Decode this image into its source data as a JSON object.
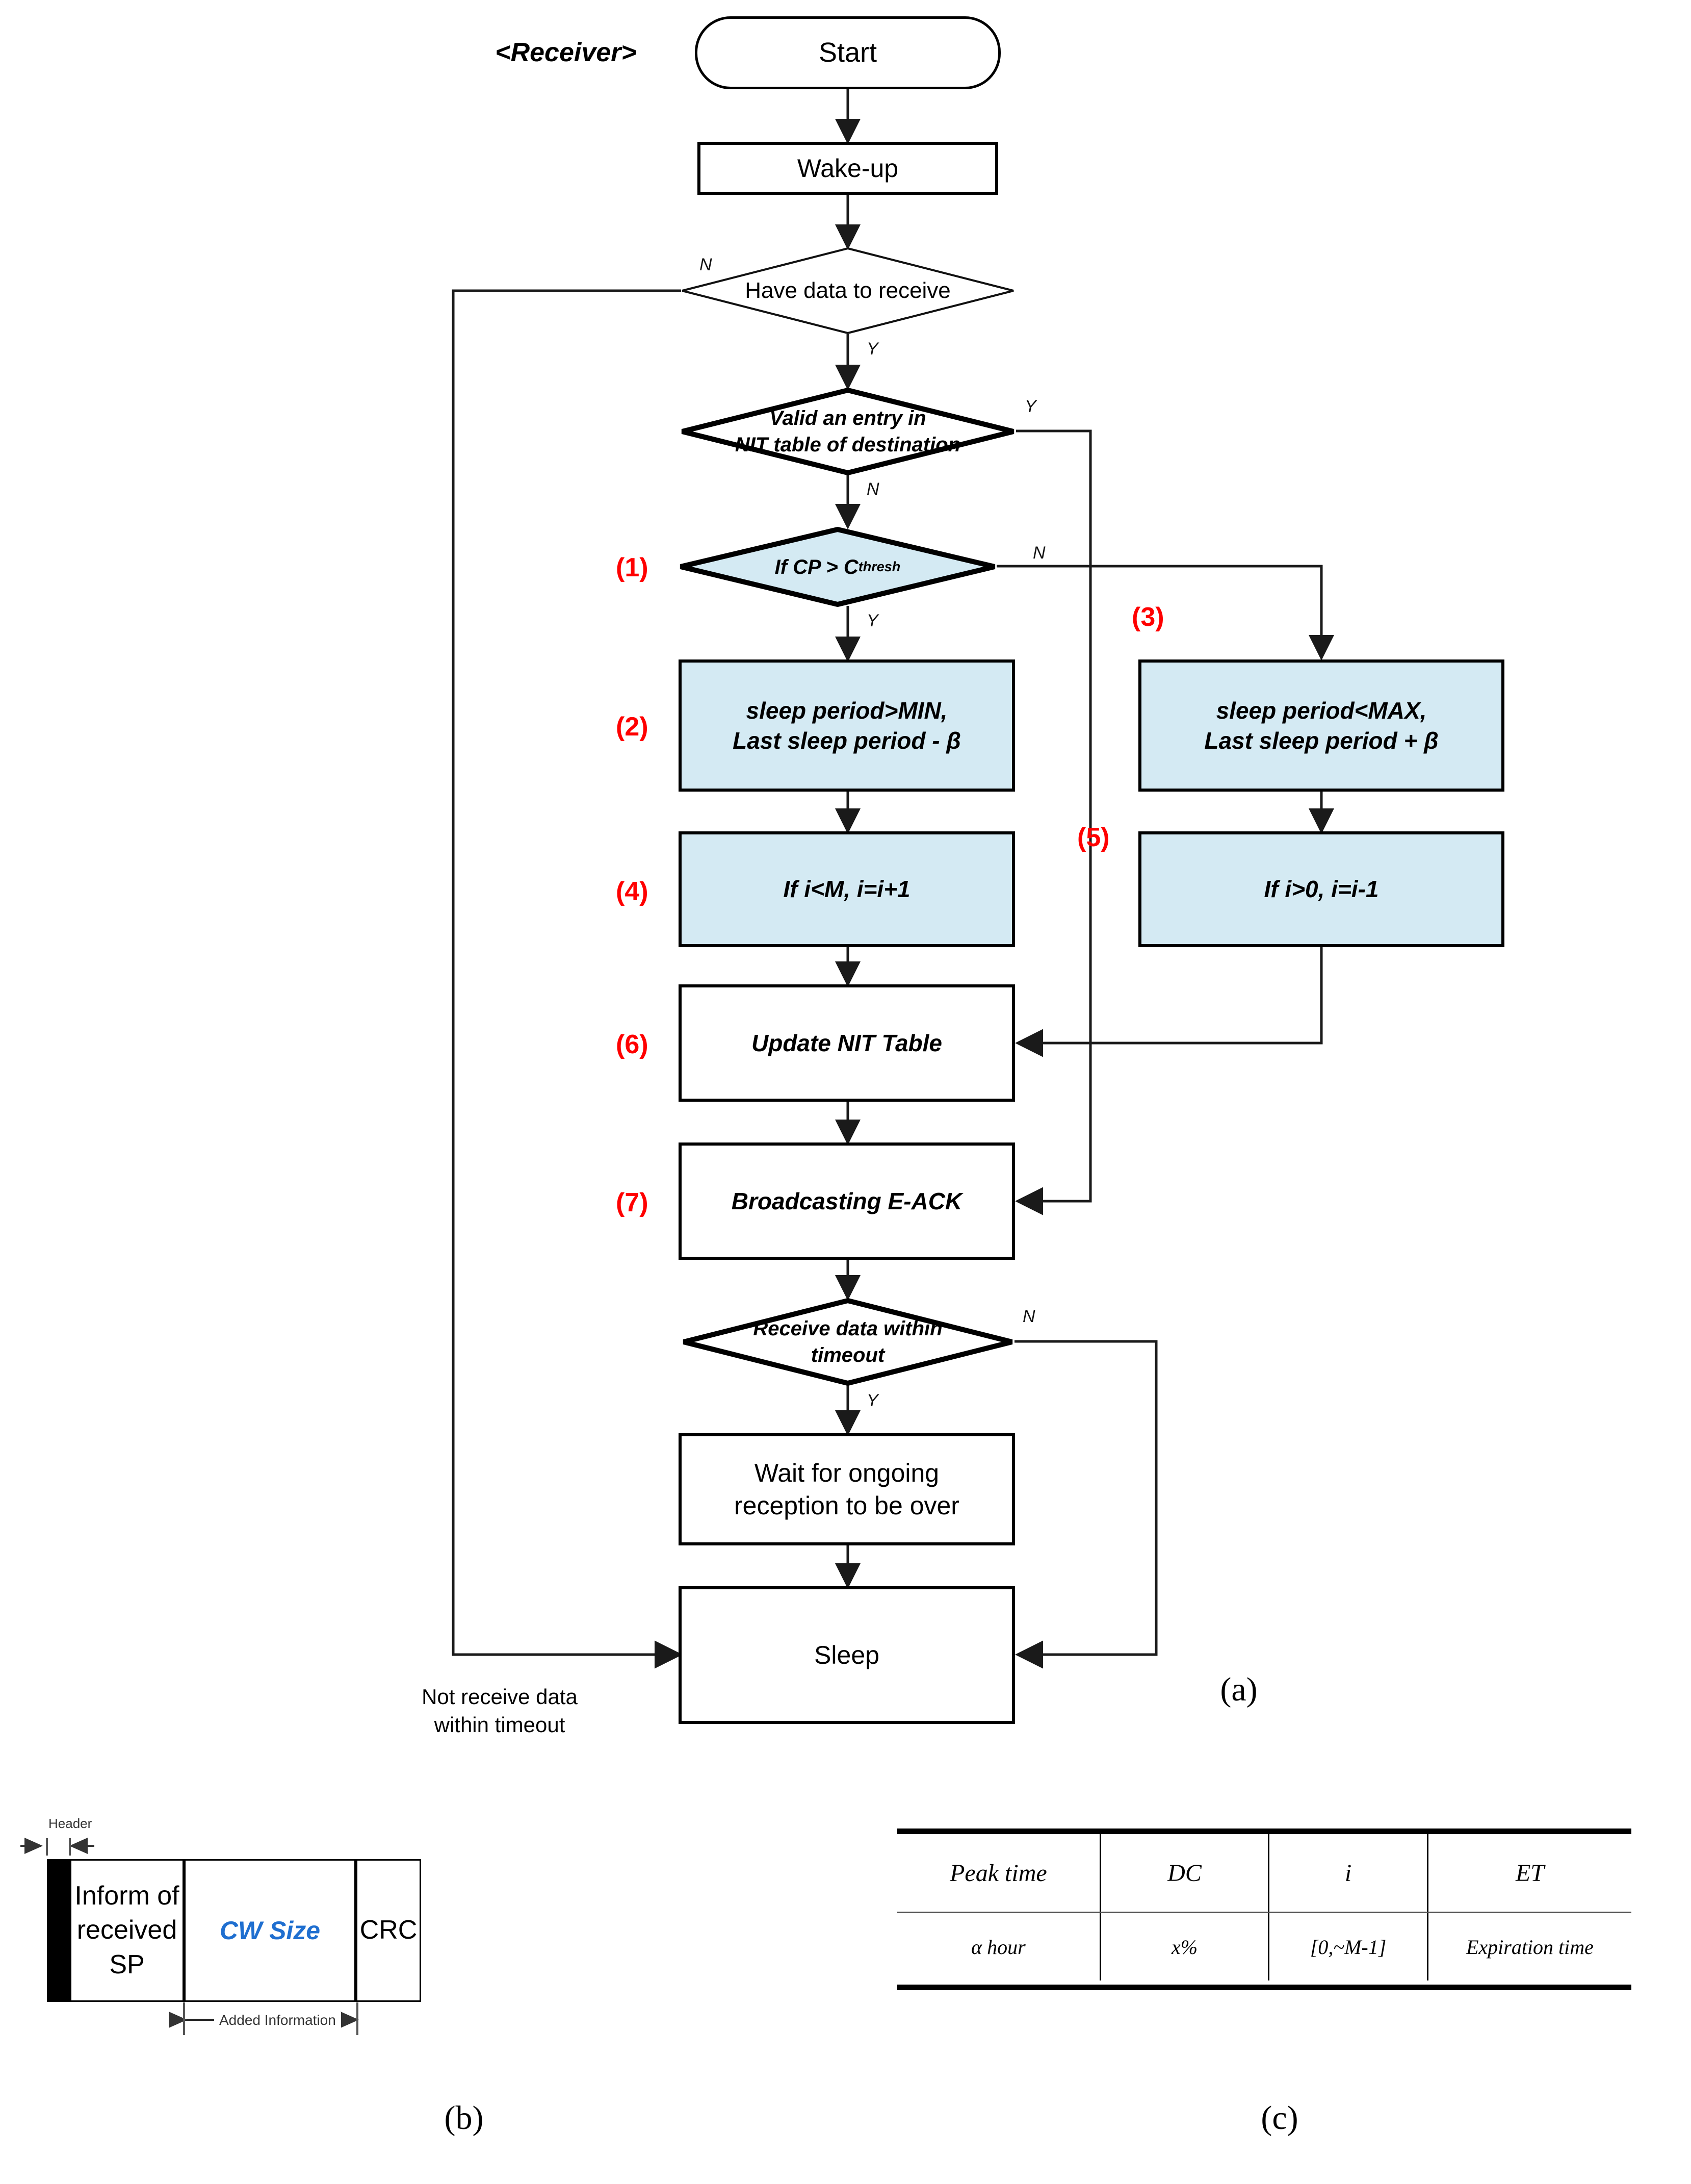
{
  "diagram": {
    "actor_label": "<Receiver>",
    "panel_a": "(a)",
    "panel_b": "(b)",
    "panel_c": "(c)"
  },
  "flow": {
    "start": "Start",
    "wake_up": "Wake-up",
    "have_data": "Have  data to receive",
    "valid_entry": "Valid an entry in\nNIT table of destination",
    "cp_thresh": "If CP >  C",
    "cp_thresh_sub": "thresh",
    "sleep_min_line1": "sleep period>MIN,",
    "sleep_min_line2": "Last sleep period - β",
    "sleep_max_line1": "sleep period<MAX,",
    "sleep_max_line2": "Last sleep period + β",
    "inc_i": "If i<M, i=i+1",
    "dec_i": "If i>0, i=i-1",
    "update_nit": "Update NIT Table",
    "broadcast_eack": "Broadcasting E-ACK",
    "receive_timeout_l1": "Receive data within",
    "receive_timeout_l2": "timeout",
    "wait_l1": "Wait for ongoing",
    "wait_l2": "reception to be over",
    "sleep": "Sleep",
    "not_receive_l1": "Not receive data",
    "not_receive_l2": "within timeout"
  },
  "step_numbers": {
    "s1": "(1)",
    "s2": "(2)",
    "s3": "(3)",
    "s4": "(4)",
    "s5": "(5)",
    "s6": "(6)",
    "s7": "(7)"
  },
  "edge_labels": {
    "have_data_n": "N",
    "have_data_y": "Y",
    "valid_entry_y": "Y",
    "valid_entry_n": "N",
    "cp_n": "N",
    "cp_y": "Y",
    "timeout_n": "N",
    "timeout_y": "Y"
  },
  "packet": {
    "header_label": "Header",
    "field1_l1": "Inform of",
    "field1_l2": "received SP",
    "field2": "CW Size",
    "field3": "CRC",
    "added_info": "Added Information"
  },
  "nit_table": {
    "headers": [
      "Peak time",
      "DC",
      "i",
      "ET"
    ],
    "values": [
      "α hour",
      "x%",
      "[0,~M-1]",
      "Expiration time"
    ]
  },
  "colors": {
    "highlight_fill": "#d4eaf3",
    "step_number": "#ff0000",
    "cw_size_text": "#1f6fd0",
    "stroke": "#000000"
  }
}
